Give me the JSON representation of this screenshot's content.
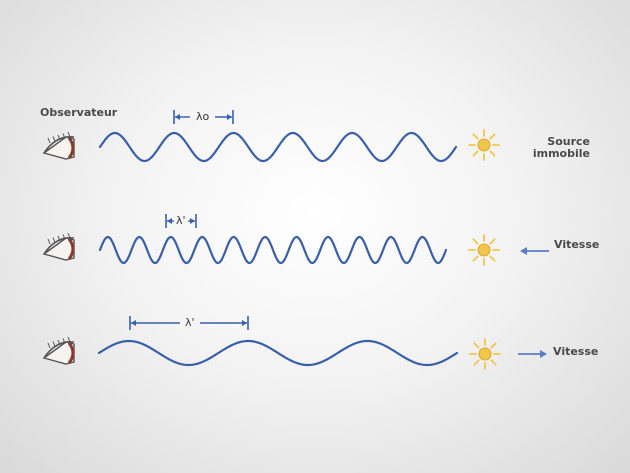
{
  "labels": {
    "observer": "Observateur",
    "row1_source_line1": "Source",
    "row1_source_line2": "immobile",
    "row1_wavelength": "λo",
    "row2_wavelength": "λ'",
    "row2_speed": "Vitesse",
    "row3_wavelength": "λ'",
    "row3_speed": "Vitesse"
  },
  "rows": [
    {
      "id": "stationary",
      "cycles": 6,
      "direction": "none"
    },
    {
      "id": "approaching",
      "cycles": 11,
      "direction": "toward-observer"
    },
    {
      "id": "receding",
      "cycles": 3,
      "direction": "away-from-observer"
    }
  ],
  "colors": {
    "wave": "#3a5fa8",
    "arrow": "#5a7cc4",
    "sun": "#f2c64b",
    "eye": "#555555",
    "iris": "#8a3a2a"
  },
  "icons": [
    "eye-icon",
    "sun-icon",
    "arrow-left-icon",
    "arrow-right-icon"
  ]
}
